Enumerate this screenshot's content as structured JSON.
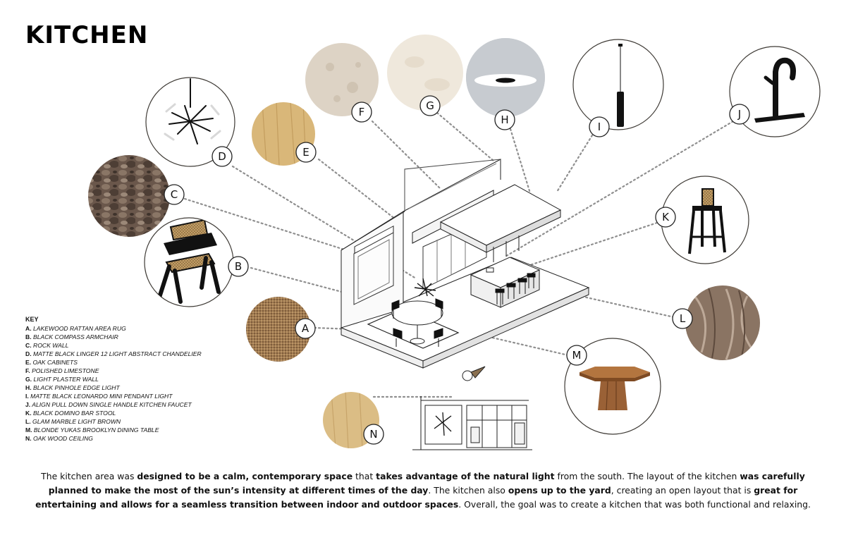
{
  "title": "KITCHEN",
  "key": {
    "heading": "KEY",
    "items": [
      {
        "letter": "A.",
        "text": "LAKEWOOD RATTAN AREA RUG"
      },
      {
        "letter": "B.",
        "text": "BLACK COMPASS ARMCHAIR"
      },
      {
        "letter": "C.",
        "text": "ROCK WALL"
      },
      {
        "letter": "D.",
        "text": "MATTE BLACK LINGER 12 LIGHT ABSTRACT CHANDELIER"
      },
      {
        "letter": "E.",
        "text": "OAK CABINETS"
      },
      {
        "letter": "F.",
        "text": "POLISHED LIMESTONE"
      },
      {
        "letter": "G.",
        "text": "LIGHT PLASTER WALL"
      },
      {
        "letter": "H.",
        "text": "BLACK PINHOLE EDGE LIGHT"
      },
      {
        "letter": "I.",
        "text": "MATTE BLACK LEONARDO MINI PENDANT LIGHT"
      },
      {
        "letter": "J.",
        "text": "ALIGN PULL DOWN SINGLE HANDLE KITCHEN FAUCET"
      },
      {
        "letter": "K.",
        "text": "BLACK DOMINO BAR STOOL"
      },
      {
        "letter": "L.",
        "text": "GLAM MARBLE LIGHT BROWN"
      },
      {
        "letter": "M.",
        "text": "BLONDE YUKAS BROOKLYN DINING TABLE"
      },
      {
        "letter": "N.",
        "text": "OAK WOOD CEILING"
      }
    ]
  },
  "labels": [
    "A",
    "B",
    "C",
    "D",
    "E",
    "F",
    "G",
    "H",
    "I",
    "J",
    "K",
    "L",
    "M",
    "N"
  ],
  "description": [
    {
      "text": "The kitchen area was ",
      "bold": false
    },
    {
      "text": "designed to be a calm, contemporary space",
      "bold": true
    },
    {
      "text": " that ",
      "bold": false
    },
    {
      "text": "takes advantage of the natural light",
      "bold": true
    },
    {
      "text": " from the south. The layout of the kitchen ",
      "bold": false
    },
    {
      "text": "was carefully planned to make the most of the sun’s intensity at different times of the day",
      "bold": true
    },
    {
      "text": ". The kitchen also ",
      "bold": false
    },
    {
      "text": "opens up to the yard",
      "bold": true
    },
    {
      "text": ", creating an open layout that is ",
      "bold": false
    },
    {
      "text": "great for entertaining and allows for a seamless transition between indoor and outdoor spaces",
      "bold": true
    },
    {
      "text": ". Overall, the goal was to create a kitchen that was both functional and relaxing.",
      "bold": false
    }
  ],
  "colors": {
    "rattan": "#9c7650",
    "rock": "#6d5a4e",
    "oak": "#d9b779",
    "limestone": "#ddd3c5",
    "plaster": "#efe8dc",
    "marble": "#8a7463",
    "walnut_table": "#9a6136",
    "ring": "#3e3a35",
    "leader": "#8f8f8f"
  }
}
